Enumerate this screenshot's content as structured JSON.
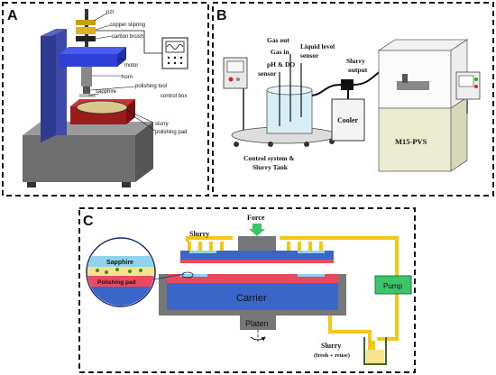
{
  "panel_a": {
    "letter": "A",
    "labels": {
      "pzt": "pzt",
      "copper": "copper slipring",
      "brush": "carbon brush",
      "motor": "motor",
      "horn": "horn",
      "tool": "polishing tool",
      "sapphire": "sapphire",
      "control": "control box",
      "slurry": "slurry",
      "pad": "polishing pad"
    }
  },
  "panel_b": {
    "letter": "B",
    "labels": {
      "gas_out": "Gas out",
      "gas_in": "Gas in",
      "liquid1": "Liquid level",
      "liquid2": "sensor",
      "ph1": "pH & DO",
      "ph2": "sensor",
      "slurry_out1": "Slurry",
      "slurry_out2": "output",
      "cooler": "Cooler",
      "machine": "M15-PVS",
      "tank1": "Control system &",
      "tank2": "Slurry Tank"
    }
  },
  "panel_c": {
    "letter": "C",
    "labels": {
      "force": "Force",
      "slurry": "Slurry",
      "pump": "Pump",
      "carrier": "Carrier",
      "platen": "Platen",
      "sapphire": "Sapphire",
      "pad": "Polishing pad",
      "slurry_bottom": "Slurry",
      "fresh": "(fresh + reuse)"
    }
  },
  "colors": {
    "column": "#3f4aa8",
    "motor": "#2d3fd6",
    "base": "#6e6e6e",
    "slurry_pipe": "#f5c518",
    "pump": "#3cc46a",
    "carrier": "#3a66c9",
    "pad": "#e84a5f",
    "sapphire": "#8fd3ea"
  }
}
